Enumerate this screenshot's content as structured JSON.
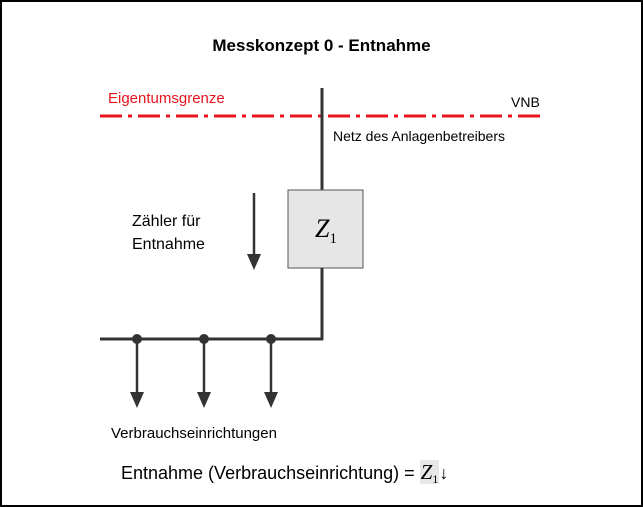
{
  "title": "Messkonzept 0 - Entnahme",
  "boundary": {
    "label": "Eigentumsgrenze",
    "color": "#e8141c"
  },
  "grid_side_label": "VNB",
  "plant_side_label": "Netz des Anlagenbetreibers",
  "meter": {
    "symbol": "Z",
    "index": "1",
    "description_line1": "Zähler für",
    "description_line2": "Entnahme",
    "box_fill": "#e6e6e6"
  },
  "consumers_label": "Verbrauchseinrichtungen",
  "formula": {
    "left_text": "Entnahme (Verbrauchseinrichtung) = ",
    "symbol": "Z",
    "index": "1",
    "arrow": "↓"
  }
}
